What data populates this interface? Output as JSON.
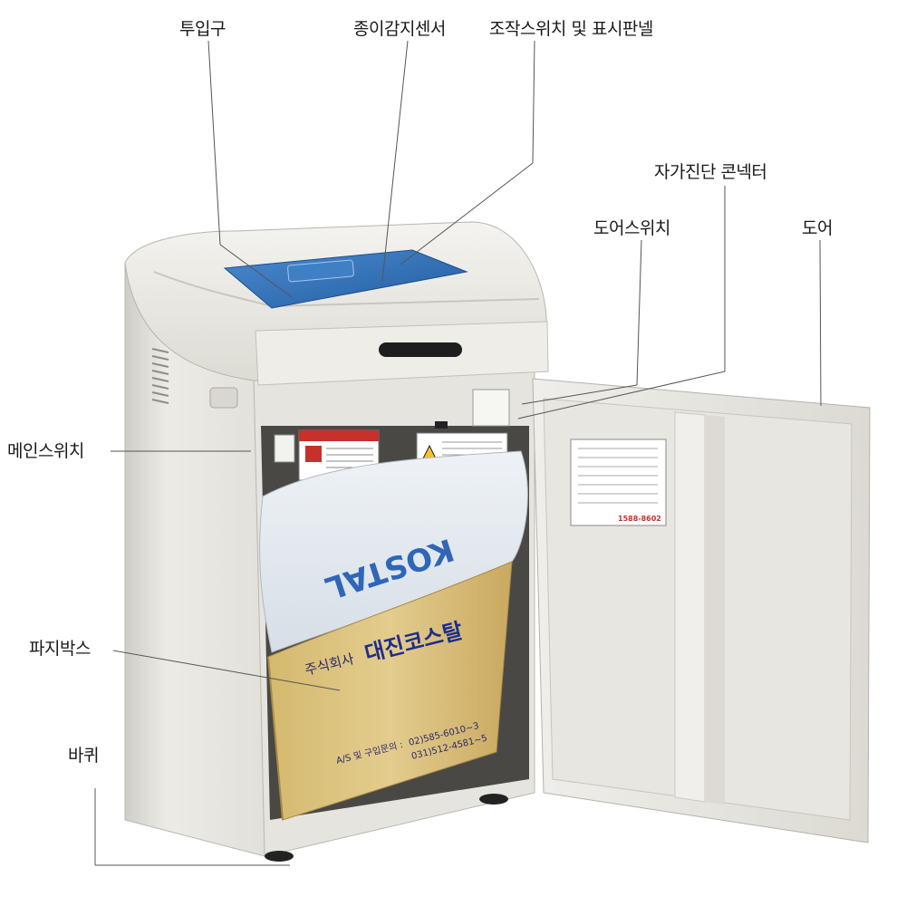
{
  "labels": {
    "inlet": "투입구",
    "paper_sensor": "종이감지센서",
    "control_panel": "조작스위치 및 표시판넬",
    "self_diag_connector": "자가진단 콘넥터",
    "door_switch": "도어스위치",
    "door": "도어",
    "main_switch": "메인스위치",
    "waste_box": "파지박스",
    "wheel": "바퀴"
  },
  "box_print": {
    "company": "주식회사",
    "company_name": "대진코스탈",
    "as_label": "A/S 및 구입문의 :",
    "phone1": "02)585-6010~3",
    "phone2": "031)512-4581~5"
  },
  "bag_print": {
    "text": "KOSTAL"
  },
  "door_sticker": {
    "phone": "1588-8602"
  },
  "colors": {
    "body": "#e9e7e1",
    "lid": "#2e6fb5",
    "box": "#dcc383",
    "warning_red": "#c8302c",
    "bag_text": "#2f66b8"
  }
}
